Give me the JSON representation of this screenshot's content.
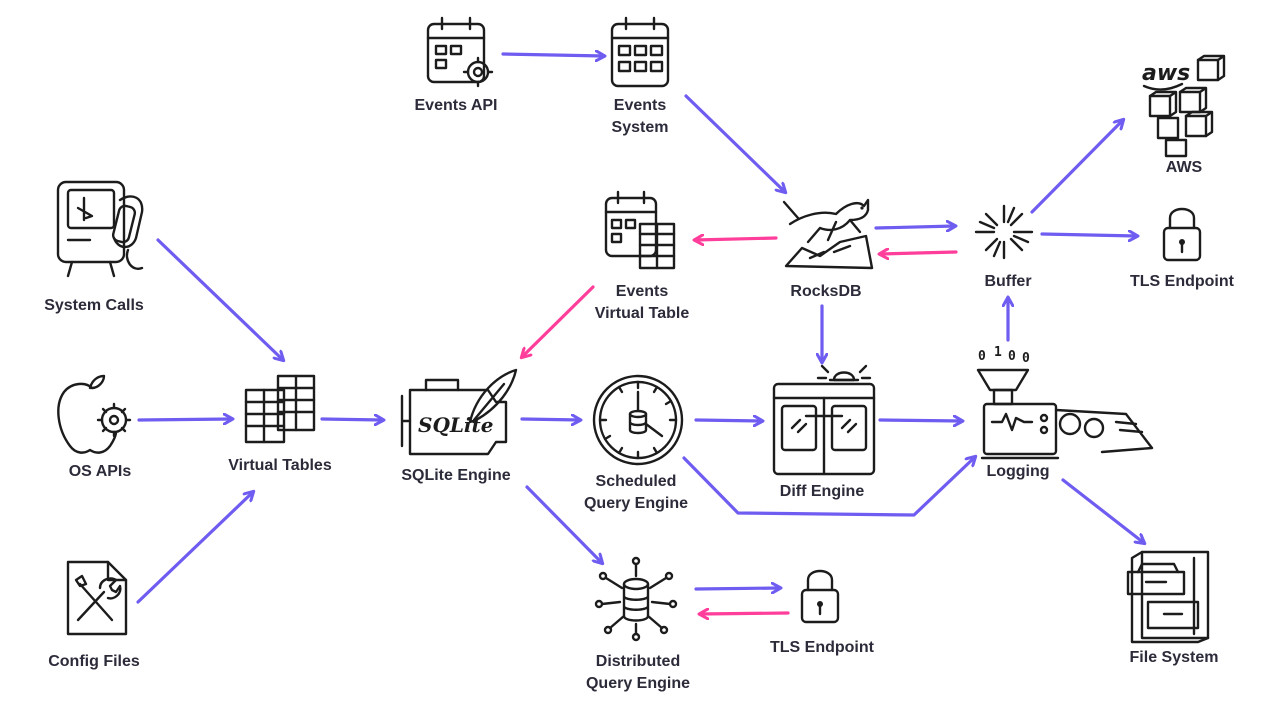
{
  "nodes": {
    "events_api": "Events API",
    "events_system": [
      "Events",
      "System"
    ],
    "system_calls": "System Calls",
    "events_vtable": [
      "Events",
      "Virtual Table"
    ],
    "rocksdb": "RocksDB",
    "buffer": "Buffer",
    "aws": "AWS",
    "tls_top": "TLS Endpoint",
    "os_apis": "OS APIs",
    "virtual_tables": "Virtual Tables",
    "sqlite_engine": "SQLite Engine",
    "scheduled_query": [
      "Scheduled",
      "Query Engine"
    ],
    "diff_engine": "Diff Engine",
    "logging": "Logging",
    "config_files": "Config Files",
    "distributed_query": [
      "Distributed",
      "Query Engine"
    ],
    "tls_bottom": "TLS Endpoint",
    "file_system": "File System",
    "sqlite_logo_text": "SQLite",
    "aws_logo_text": "aws",
    "binary_bits": [
      "0",
      "1",
      "0",
      "0"
    ]
  },
  "edge_colors": {
    "flow": "#6f5cf0",
    "return": "#ff3d9a"
  }
}
